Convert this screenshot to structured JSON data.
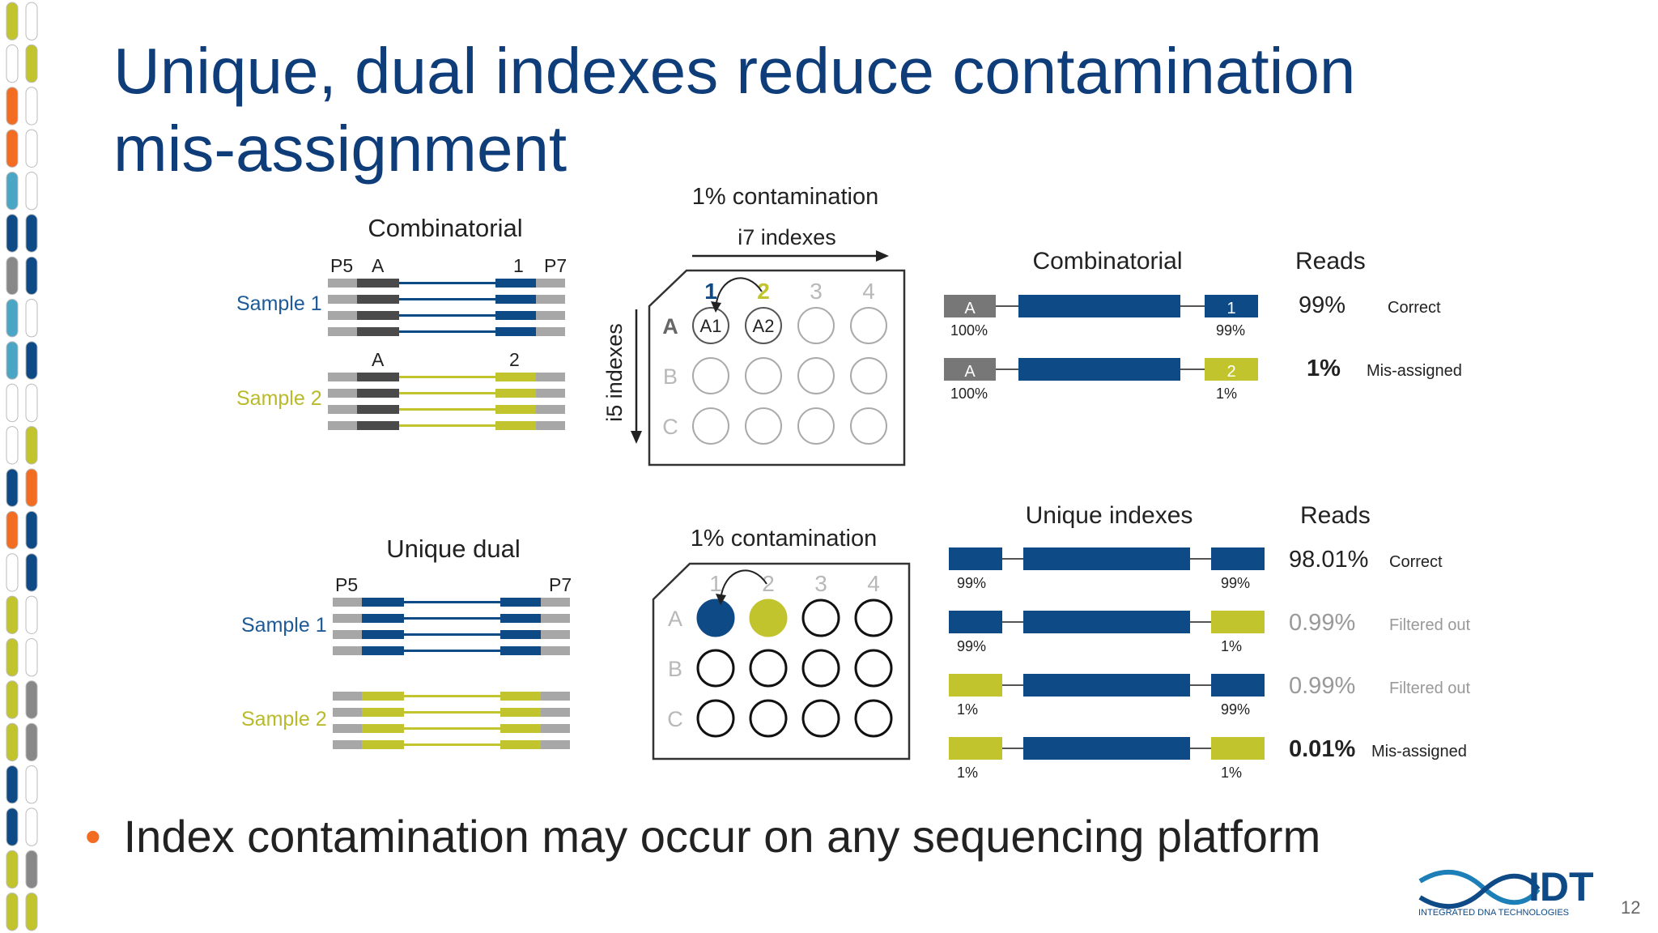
{
  "slide": {
    "title": "Unique, dual indexes reduce contamination mis-assignment",
    "bullet": "Index contamination may occur on any sequencing platform",
    "page_number": "12",
    "logo_text": "IDT",
    "logo_subtext": "INTEGRATED DNA TECHNOLOGIES"
  },
  "colors": {
    "title": "#0e3d7a",
    "blue": "#0e4a86",
    "lime": "#c2c42e",
    "gray": "#a7a7a7",
    "darkgray": "#4a4a4a",
    "orange": "#f26d21",
    "teal": "#4aa6c4"
  },
  "combinatorial": {
    "heading": "Combinatorial",
    "p5": "P5",
    "p7": "P7",
    "sample1": "Sample 1",
    "sample2": "Sample 2",
    "s1_i5": "A",
    "s1_i7": "1",
    "s2_i5": "A",
    "s2_i7": "2"
  },
  "unique_dual": {
    "heading": "Unique dual",
    "p5": "P5",
    "p7": "P7",
    "sample1": "Sample 1",
    "sample2": "Sample 2"
  },
  "plate_top": {
    "title": "1% contamination",
    "i7_label": "i7 indexes",
    "i5_label": "i5 indexes",
    "cols": [
      "1",
      "2",
      "3",
      "4"
    ],
    "rows": [
      "A",
      "B",
      "C"
    ],
    "wells": [
      "A1",
      "A2"
    ]
  },
  "plate_bottom": {
    "title": "1% contamination",
    "cols": [
      "1",
      "2",
      "3",
      "4"
    ],
    "rows": [
      "A",
      "B",
      "C"
    ]
  },
  "combinatorial_reads": {
    "heading": "Combinatorial",
    "reads_heading": "Reads",
    "rows": [
      {
        "left": "A",
        "left_pct": "100%",
        "right": "1",
        "right_pct": "99%",
        "reads": "99%",
        "label": "Correct"
      },
      {
        "left": "A",
        "left_pct": "100%",
        "right": "2",
        "right_pct": "1%",
        "reads": "1%",
        "label": "Mis-assigned"
      }
    ]
  },
  "unique_reads": {
    "heading": "Unique indexes",
    "reads_heading": "Reads",
    "rows": [
      {
        "left_pct": "99%",
        "right_pct": "99%",
        "reads": "98.01%",
        "label": "Correct"
      },
      {
        "left_pct": "99%",
        "right_pct": "1%",
        "reads": "0.99%",
        "label": "Filtered out"
      },
      {
        "left_pct": "1%",
        "right_pct": "99%",
        "reads": "0.99%",
        "label": "Filtered out"
      },
      {
        "left_pct": "1%",
        "right_pct": "1%",
        "reads": "0.01%",
        "label": "Mis-assigned"
      }
    ]
  }
}
